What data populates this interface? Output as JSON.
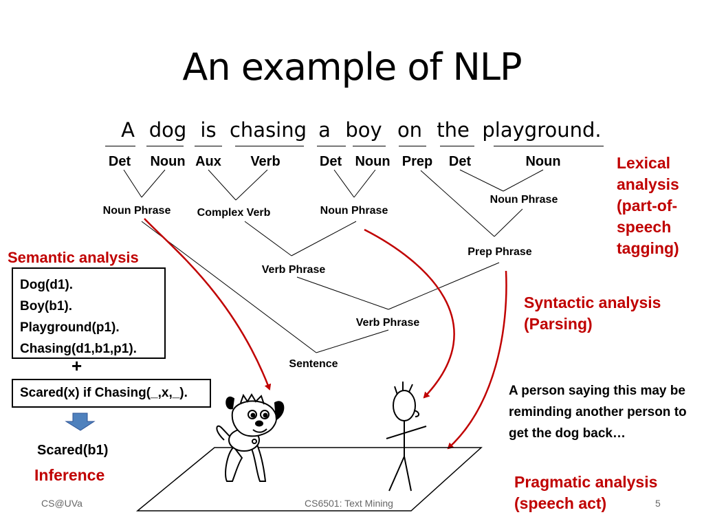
{
  "title": "An example of NLP",
  "sentence": [
    "A",
    "dog",
    "is",
    "chasing",
    "a",
    "boy",
    "on",
    "the",
    "playground."
  ],
  "pos_tags": [
    "Det",
    "Noun",
    "Aux",
    "Verb",
    "Det",
    "Noun",
    "Prep",
    "Det",
    "Noun"
  ],
  "nodes": {
    "np1": "Noun Phrase",
    "complex_verb": "Complex Verb",
    "np2": "Noun Phrase",
    "np3": "Noun Phrase",
    "prep_phrase": "Prep Phrase",
    "verb_phrase1": "Verb Phrase",
    "verb_phrase2": "Verb Phrase",
    "sentence": "Sentence"
  },
  "labels": {
    "lexical": "Lexical analysis (part-of-speech tagging)",
    "lexical_lines": [
      "Lexical",
      "analysis",
      "(part-of-",
      "speech",
      "tagging)"
    ],
    "semantic": "Semantic analysis",
    "syntactic_lines": [
      "Syntactic analysis",
      "(Parsing)"
    ],
    "pragmatic_lines": [
      "Pragmatic analysis",
      "(speech act)"
    ],
    "inference": "Inference"
  },
  "semantic_facts": [
    "Dog(d1).",
    "Boy(b1).",
    "Playground(p1).",
    "Chasing(d1,b1,p1)."
  ],
  "plus": "+",
  "rule": "Scared(x) if Chasing(_,x,_).",
  "conclusion": "Scared(b1)",
  "speech_act": "A person saying this may be reminding another person to get the dog back…",
  "footer": {
    "left": "CS@UVa",
    "center": "CS6501: Text Mining",
    "page": "5"
  },
  "colors": {
    "accent_red": "#c00000",
    "arrow_blue": "#4f81bd"
  }
}
